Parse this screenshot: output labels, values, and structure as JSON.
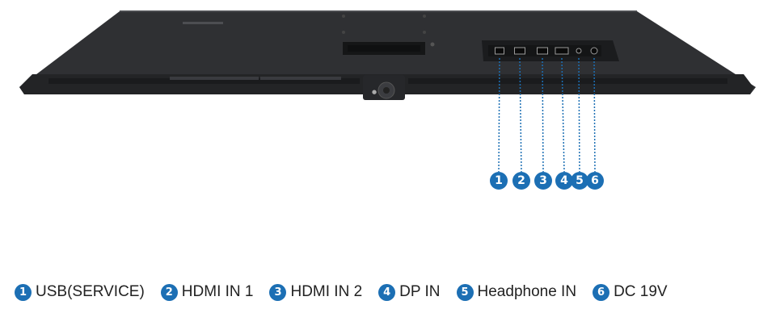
{
  "colors": {
    "badge": "#1c6fb4",
    "monitor_body": "#2f3033",
    "port_panel": "#1b1c1e",
    "guide_line": "#1c6fb4"
  },
  "ports": [
    {
      "number": "1",
      "label": "USB(SERVICE)",
      "icon": "usb-port-icon"
    },
    {
      "number": "2",
      "label": "HDMI IN 1",
      "icon": "hdmi-port-icon"
    },
    {
      "number": "3",
      "label": "HDMI IN 2",
      "icon": "hdmi-port-icon"
    },
    {
      "number": "4",
      "label": "DP IN",
      "icon": "displayport-icon"
    },
    {
      "number": "5",
      "label": "Headphone IN",
      "icon": "headphone-jack-icon"
    },
    {
      "number": "6",
      "label": "DC 19V",
      "icon": "dc-power-icon"
    }
  ]
}
